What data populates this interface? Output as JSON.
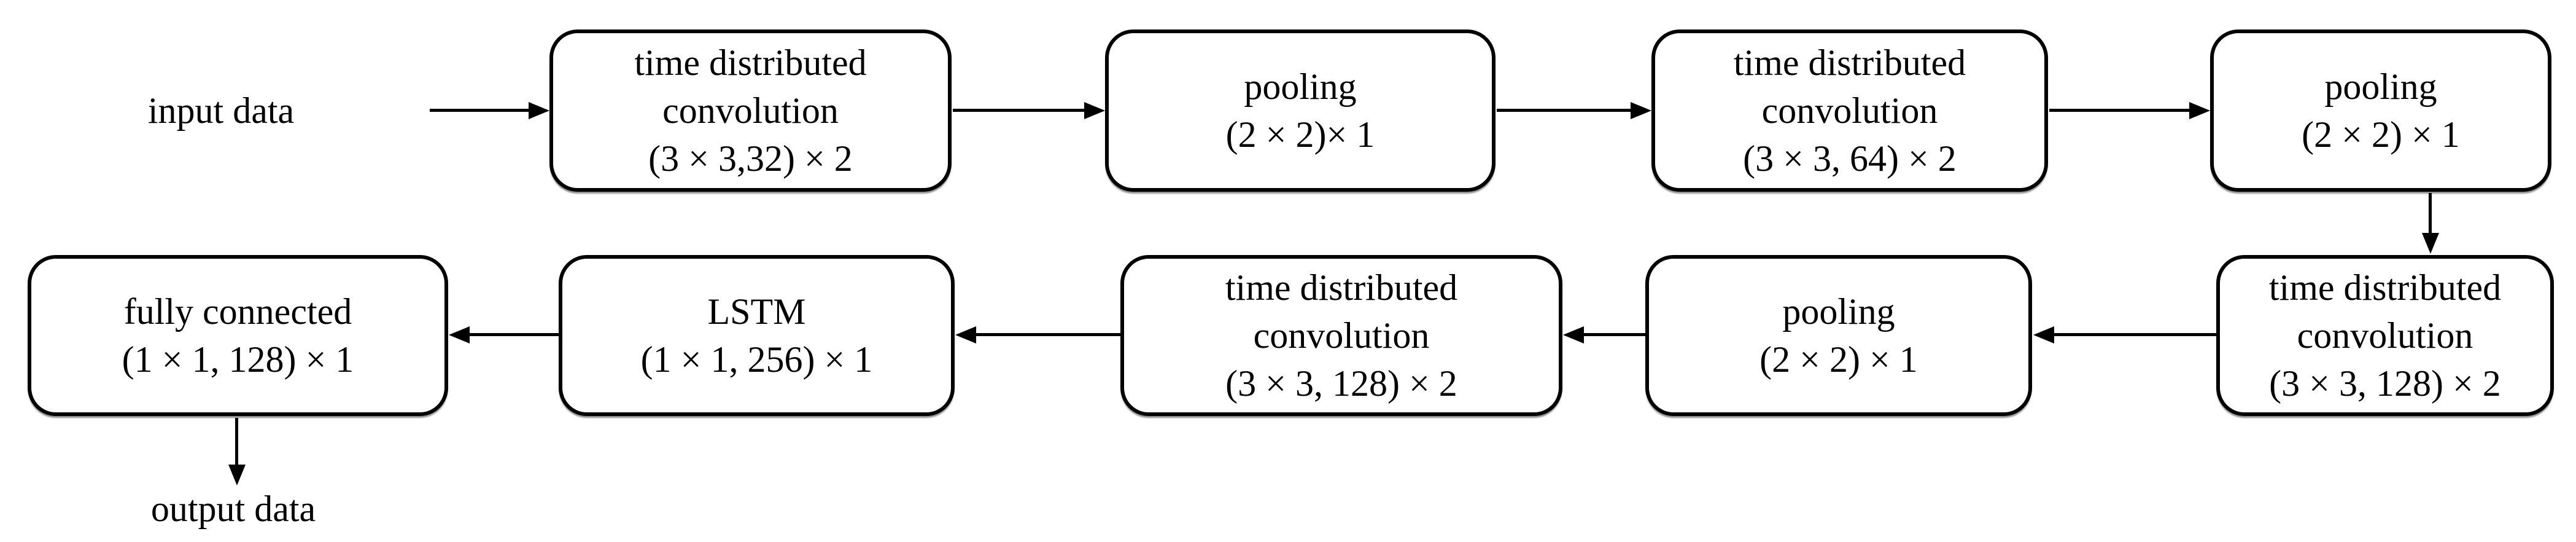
{
  "diagram": {
    "input_label": "input data",
    "output_label": "output data",
    "nodes": {
      "conv1": {
        "lines": [
          "time distributed",
          "convolution",
          "(3 × 3,32) × 2"
        ]
      },
      "pool1": {
        "lines": [
          "pooling",
          "(2 × 2)× 1"
        ]
      },
      "conv2": {
        "lines": [
          "time distributed",
          "convolution",
          "(3 × 3, 64) × 2"
        ]
      },
      "pool2": {
        "lines": [
          "pooling",
          "(2 × 2) × 1"
        ]
      },
      "conv3": {
        "lines": [
          "time distributed",
          "convolution",
          "(3 × 3, 128) × 2"
        ]
      },
      "pool3": {
        "lines": [
          "pooling",
          "(2 × 2) × 1"
        ]
      },
      "conv4": {
        "lines": [
          "time distributed",
          "convolution",
          "(3 × 3, 128) × 2"
        ]
      },
      "lstm": {
        "lines": [
          "LSTM",
          "(1 × 1, 256) × 1"
        ]
      },
      "fc": {
        "lines": [
          "fully connected",
          "(1 × 1, 128) × 1"
        ]
      }
    },
    "edges": [
      {
        "from": "input data",
        "to": "conv1",
        "direction": "right"
      },
      {
        "from": "conv1",
        "to": "pool1",
        "direction": "right"
      },
      {
        "from": "pool1",
        "to": "conv2",
        "direction": "right"
      },
      {
        "from": "conv2",
        "to": "pool2",
        "direction": "right"
      },
      {
        "from": "pool2",
        "to": "conv3",
        "direction": "down"
      },
      {
        "from": "conv3",
        "to": "pool3",
        "direction": "left"
      },
      {
        "from": "pool3",
        "to": "conv4",
        "direction": "left"
      },
      {
        "from": "conv4",
        "to": "lstm",
        "direction": "left"
      },
      {
        "from": "lstm",
        "to": "fc",
        "direction": "left"
      },
      {
        "from": "fc",
        "to": "output data",
        "direction": "down"
      }
    ],
    "colors": {
      "stroke": "#000000",
      "box_fill": "#ffffff",
      "text": "#000000",
      "background": "#ffffff"
    }
  }
}
